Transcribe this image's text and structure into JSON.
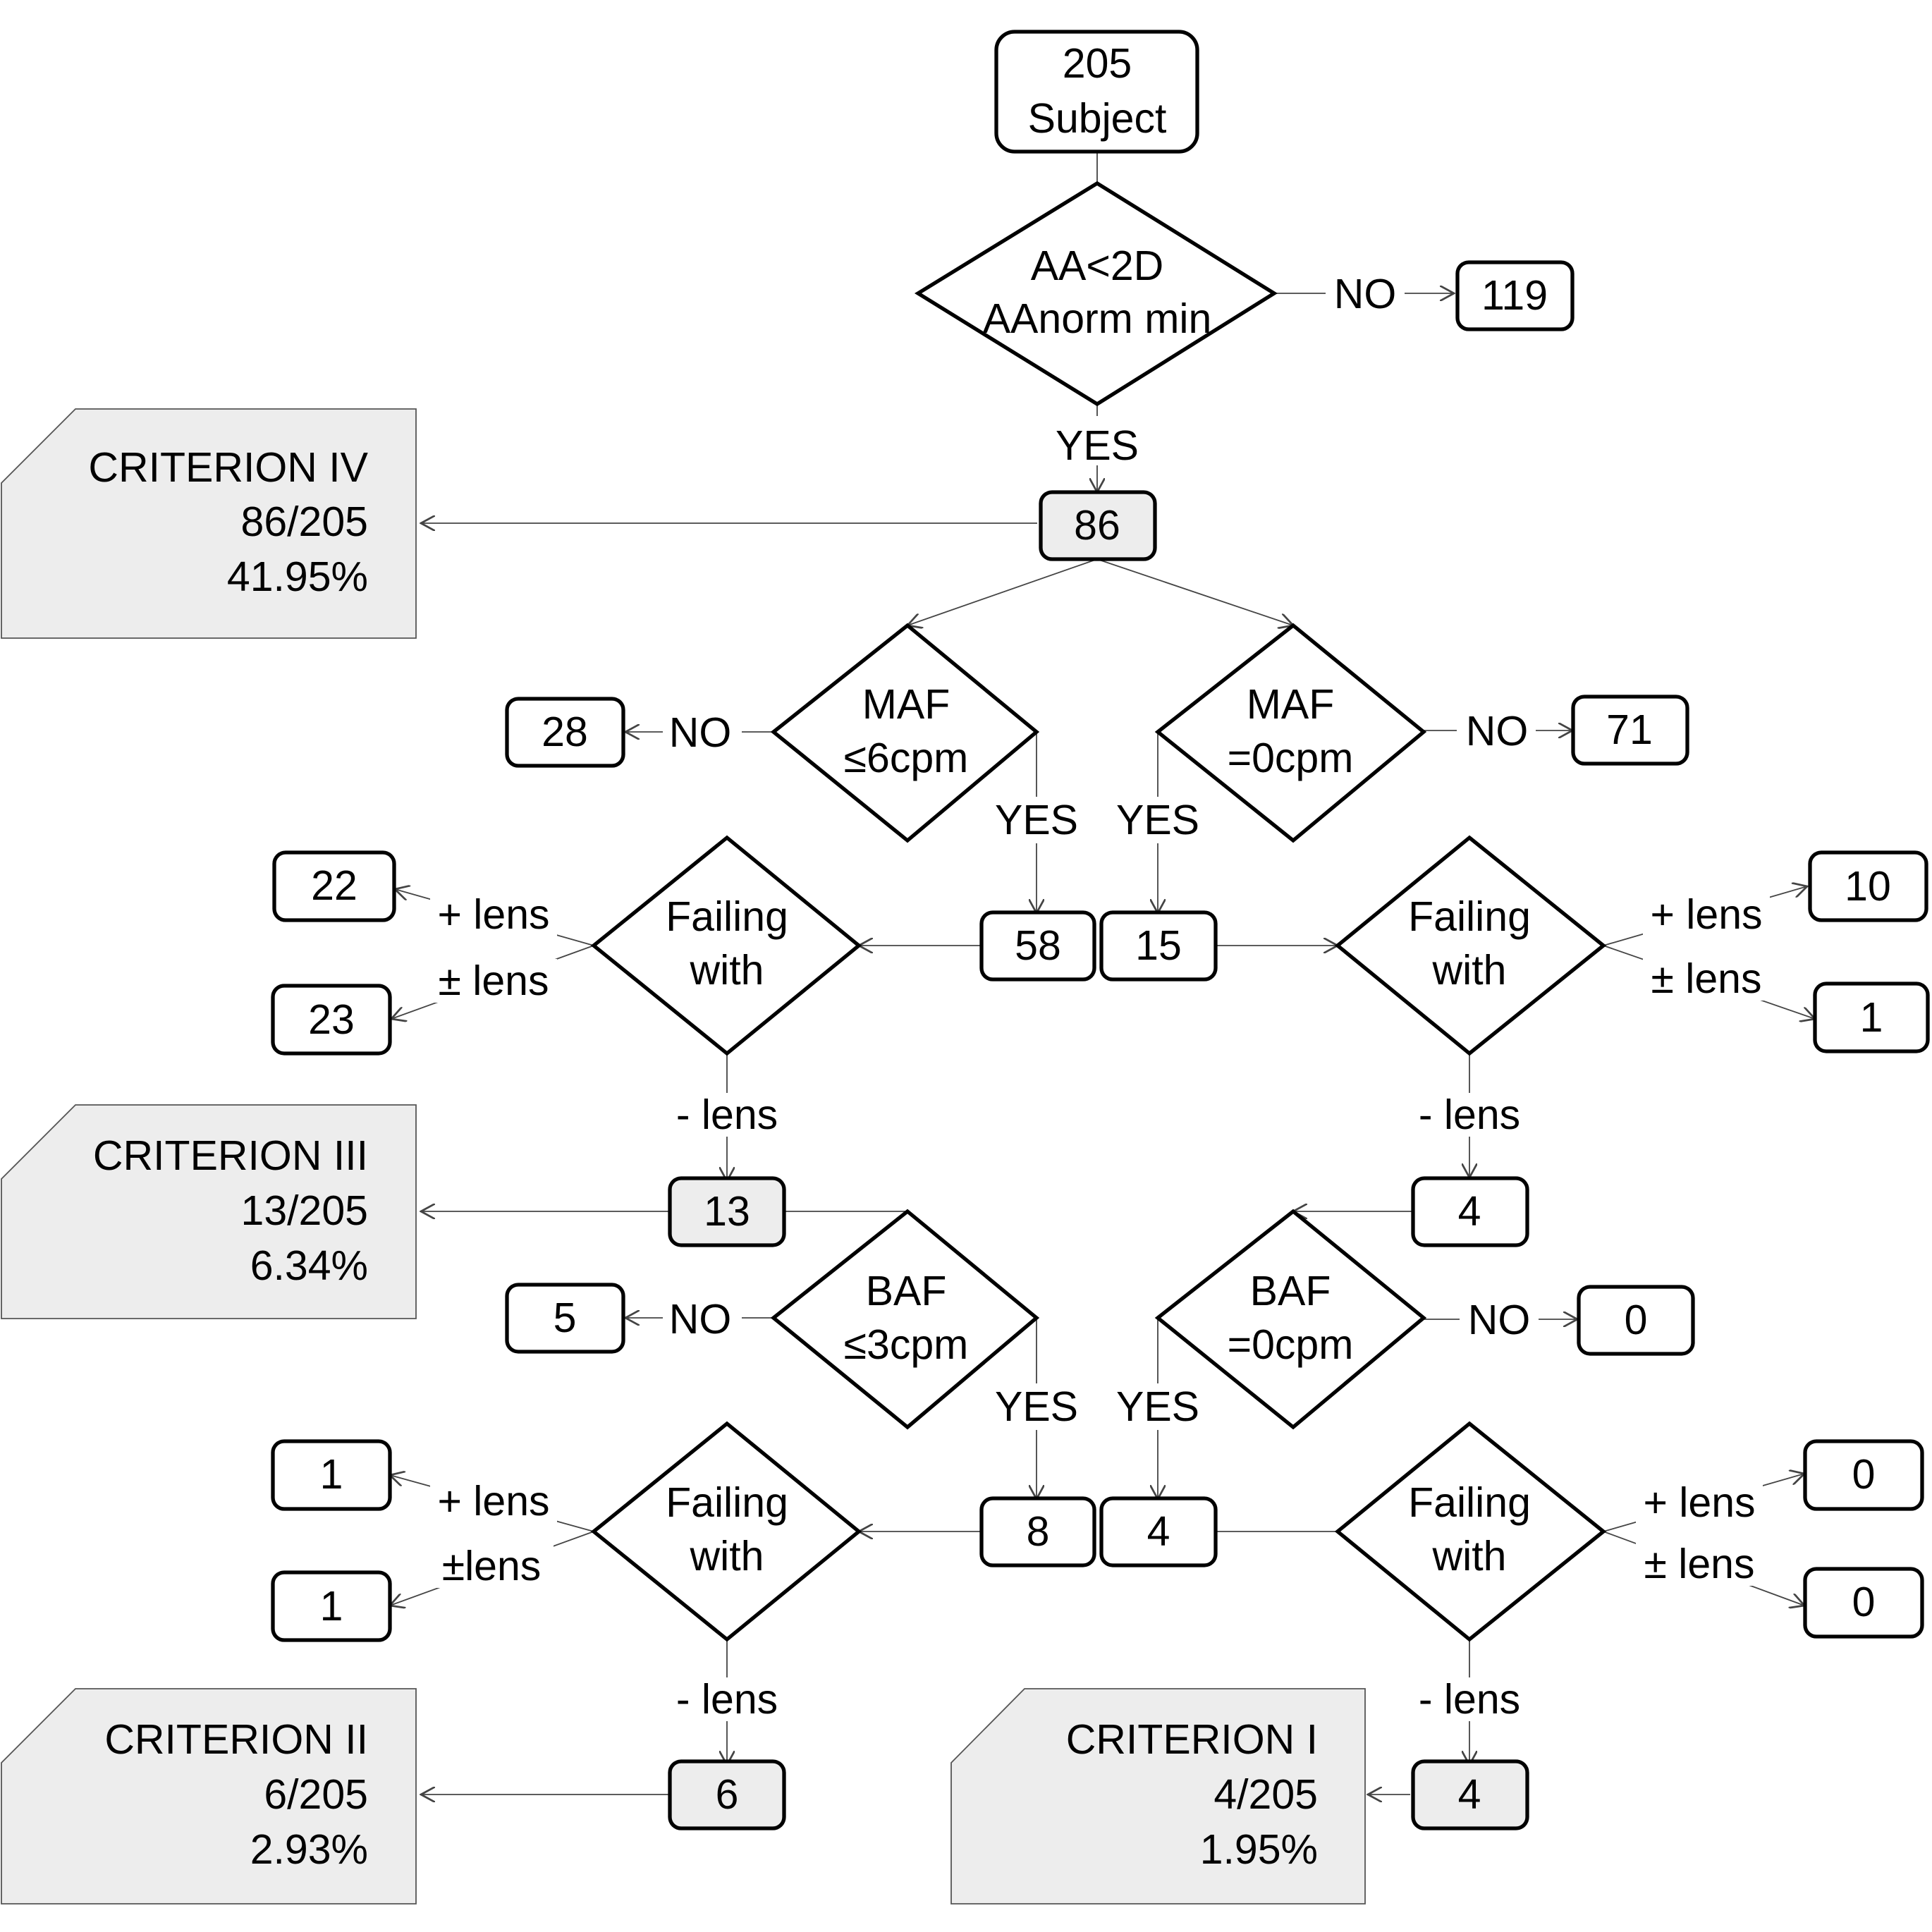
{
  "start": {
    "line1": "205",
    "line2": "Subject"
  },
  "decisions": {
    "aa": {
      "line1": "AA<2D",
      "line2": "AAnorm min"
    },
    "maf_left": {
      "line1": "MAF",
      "line2": "≤6cpm"
    },
    "maf_right": {
      "line1": "MAF",
      "line2": "=0cpm"
    },
    "fail1_left": {
      "line1": "Failing",
      "line2": "with"
    },
    "fail1_right": {
      "line1": "Failing",
      "line2": "with"
    },
    "baf_left": {
      "line1": "BAF",
      "line2": "≤3cpm"
    },
    "baf_right": {
      "line1": "BAF",
      "line2": "=0cpm"
    },
    "fail2_left": {
      "line1": "Failing",
      "line2": "with"
    },
    "fail2_right": {
      "line1": "Failing",
      "line2": "with"
    }
  },
  "counts": {
    "aa_no": "119",
    "aa_yes": "86",
    "maf_left_no": "28",
    "maf_right_no": "71",
    "maf_left_yes": "58",
    "maf_right_yes": "15",
    "fail1_left_plus": "22",
    "fail1_left_pm": "23",
    "fail1_right_plus": "10",
    "fail1_right_pm": "1",
    "fail1_left_minus": "13",
    "fail1_right_minus": "4",
    "baf_left_no": "5",
    "baf_right_no": "0",
    "baf_left_yes": "8",
    "baf_right_yes": "4",
    "fail2_left_plus": "1",
    "fail2_left_pm": "1",
    "fail2_right_plus": "0",
    "fail2_right_pm": "0",
    "fail2_left_minus": "6",
    "fail2_right_minus": "4"
  },
  "labels": {
    "no": "NO",
    "yes": "YES",
    "plus_lens": "+ lens",
    "pm_lens": "± lens",
    "pm_lens_compact": "±lens",
    "minus_lens": "- lens"
  },
  "criteria": {
    "iv": {
      "title": "CRITERION  IV",
      "ratio": "86/205",
      "pct": "41.95%"
    },
    "iii": {
      "title": "CRITERION  III",
      "ratio": "13/205",
      "pct": "6.34%"
    },
    "ii": {
      "title": "CRITERION II",
      "ratio": "6/205",
      "pct": "2.93%"
    },
    "i": {
      "title": "CRITERION I",
      "ratio": "4/205",
      "pct": "1.95%"
    }
  }
}
